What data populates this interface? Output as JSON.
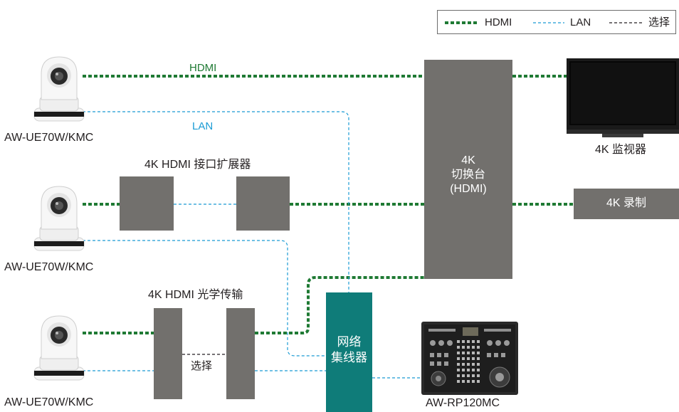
{
  "legend": {
    "hdmi_label": "HDMI",
    "lan_label": "LAN",
    "select_label": "选择",
    "hdmi_color": "#1f7a34",
    "lan_color": "#1a9bd4",
    "select_color": "#231f20"
  },
  "line_labels": {
    "hdmi": "HDMI",
    "lan": "LAN"
  },
  "cameras": [
    {
      "label": "AW-UE70W/KMC"
    },
    {
      "label": "AW-UE70W/KMC"
    },
    {
      "label": "AW-UE70W/KMC"
    }
  ],
  "extender": {
    "title": "4K HDMI 接口扩展器"
  },
  "optical": {
    "title": "4K HDMI 光学传输",
    "select_label": "选择"
  },
  "switcher": {
    "label": "4K\n切换台\n(HDMI)"
  },
  "hub": {
    "label": "网络\n集线器"
  },
  "monitor": {
    "label": "4K 监视器"
  },
  "recorder": {
    "label": "4K 录制"
  },
  "controller": {
    "label": "AW-RP120MC"
  },
  "colors": {
    "box": "#72706d",
    "hub": "#0f7c79",
    "hdmi": "#1f7a34",
    "lan": "#1a9bd4"
  }
}
